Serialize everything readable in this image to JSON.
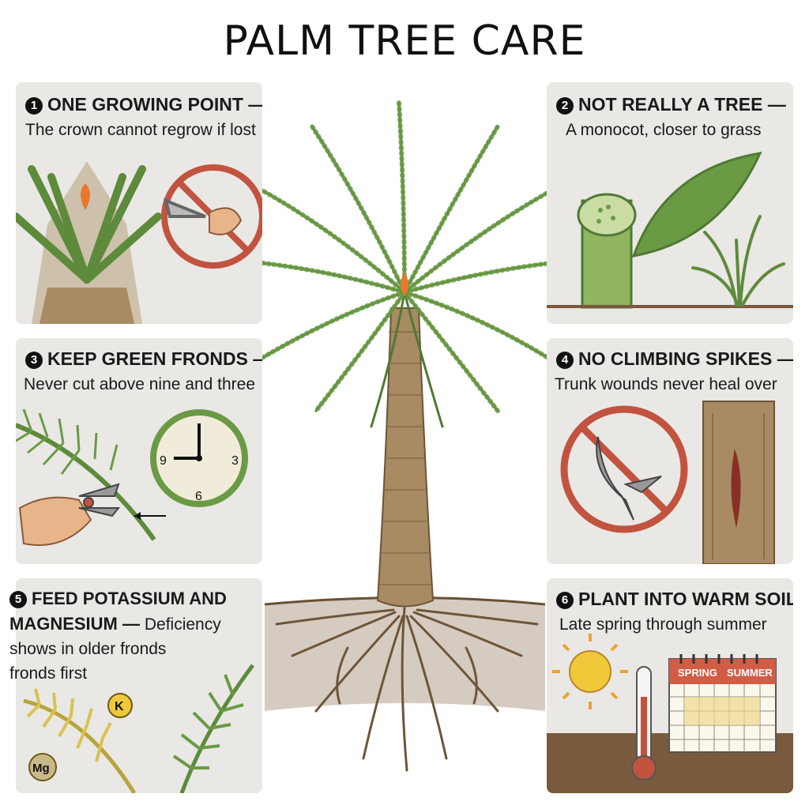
{
  "title": "PALM TREE CARE",
  "tips": [
    {
      "number": "1",
      "heading": "ONE GROWING POINT —",
      "text": "The crown cannot regrow if lost"
    },
    {
      "number": "2",
      "heading": "NOT REALLY A TREE —",
      "text": "A monocot, closer to grass"
    },
    {
      "number": "3",
      "heading": "KEEP GREEN FRONDS —",
      "text": "Never cut above nine and three"
    },
    {
      "number": "4",
      "heading": "NO CLIMBING SPIKES —",
      "text": "Trunk wounds never heal over"
    },
    {
      "number": "5",
      "heading_line1": "FEED POTASSIUM AND",
      "heading_line2": "MAGNESIUM —",
      "text_inline": "Deficiency",
      "text_line3": "shows in older fronds",
      "text_line4": "fronds first"
    },
    {
      "number": "6",
      "heading": "PLANT INTO WARM SOIL",
      "text": "Late spring through summer"
    }
  ],
  "clock": {
    "n9": "9",
    "n3": "3",
    "n6": "6"
  },
  "nutrients": {
    "potassium": "K",
    "magnesium": "Mg"
  },
  "calendar": {
    "label1": "SPRING",
    "label2": "SUMMER"
  },
  "colors": {
    "panel": "#e9e8e5",
    "frond": "#5e8a3c",
    "trunk": "#a88a63",
    "prohibit": "#c2533f",
    "growing_point": "#e8782e"
  },
  "icons": [
    "prohibition-sign-icon",
    "pruning-shears-icon",
    "clock-icon",
    "climbing-spike-icon",
    "sun-icon",
    "thermometer-icon",
    "calendar-icon"
  ]
}
